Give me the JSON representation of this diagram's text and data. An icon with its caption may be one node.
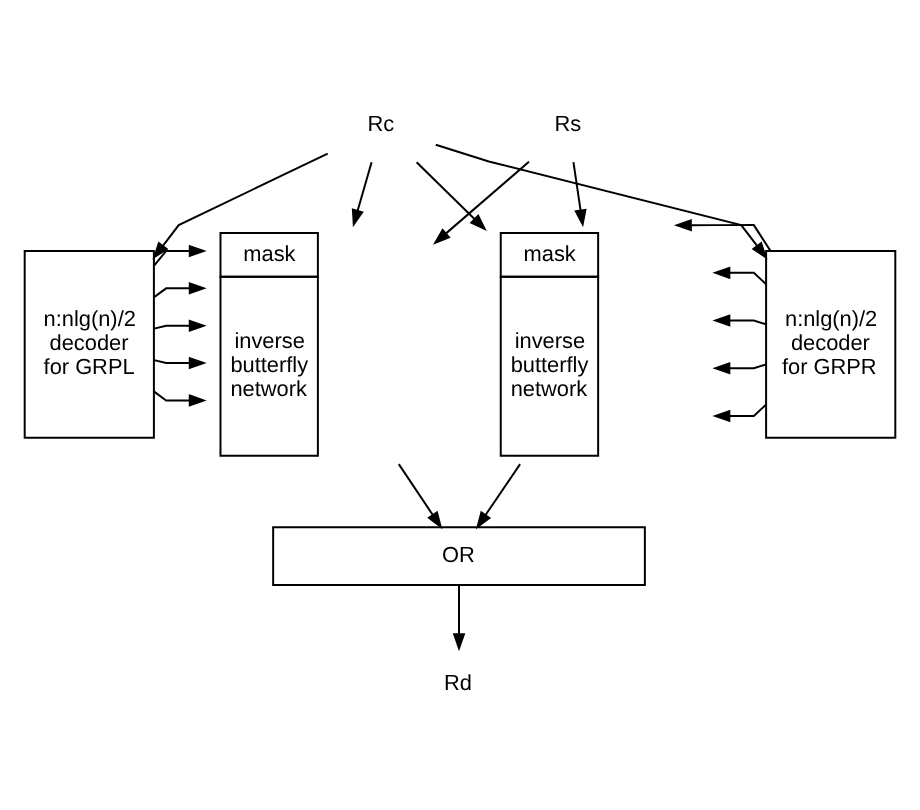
{
  "diagram": {
    "nodes": [
      {
        "text": [
          "Rc"
        ]
      },
      {
        "text": [
          "Rs"
        ]
      },
      {
        "text": [
          "n:nlg(n)/2 decoder for GRPL"
        ]
      },
      {
        "text": [
          "mask",
          "inverse butterfly network"
        ]
      },
      {
        "text": [
          "mask",
          "inverse butterfly network"
        ]
      },
      {
        "text": [
          "n:nlg(n)/2 decoder for GRPR"
        ]
      },
      {
        "text": [
          "OR"
        ]
      },
      {
        "text": [
          "Rd"
        ]
      }
    ],
    "edges": [
      {
        "from": 0,
        "to": 2,
        "arrow": "to"
      },
      {
        "from": 0,
        "to": 3,
        "arrow": "to"
      },
      {
        "from": 0,
        "to": 4,
        "arrow": "to"
      },
      {
        "from": 0,
        "to": 5,
        "arrow": "to"
      },
      {
        "from": 1,
        "to": 3,
        "arrow": "to"
      },
      {
        "from": 1,
        "to": 4,
        "arrow": "to"
      },
      {
        "from": 2,
        "to": 3,
        "arrow": "to"
      },
      {
        "from": 2,
        "to": 3,
        "arrow": "to"
      },
      {
        "from": 2,
        "to": 3,
        "arrow": "to"
      },
      {
        "from": 2,
        "to": 3,
        "arrow": "to"
      },
      {
        "from": 2,
        "to": 3,
        "arrow": "to"
      },
      {
        "from": 5,
        "to": 4,
        "arrow": "to"
      },
      {
        "from": 5,
        "to": 4,
        "arrow": "to"
      },
      {
        "from": 5,
        "to": 4,
        "arrow": "to"
      },
      {
        "from": 5,
        "to": 4,
        "arrow": "to"
      },
      {
        "from": 5,
        "to": 4,
        "arrow": "to"
      },
      {
        "from": 3,
        "to": 6,
        "arrow": "to"
      },
      {
        "from": 4,
        "to": 6,
        "arrow": "to"
      },
      {
        "from": 6,
        "to": 7,
        "arrow": "to"
      }
    ]
  }
}
